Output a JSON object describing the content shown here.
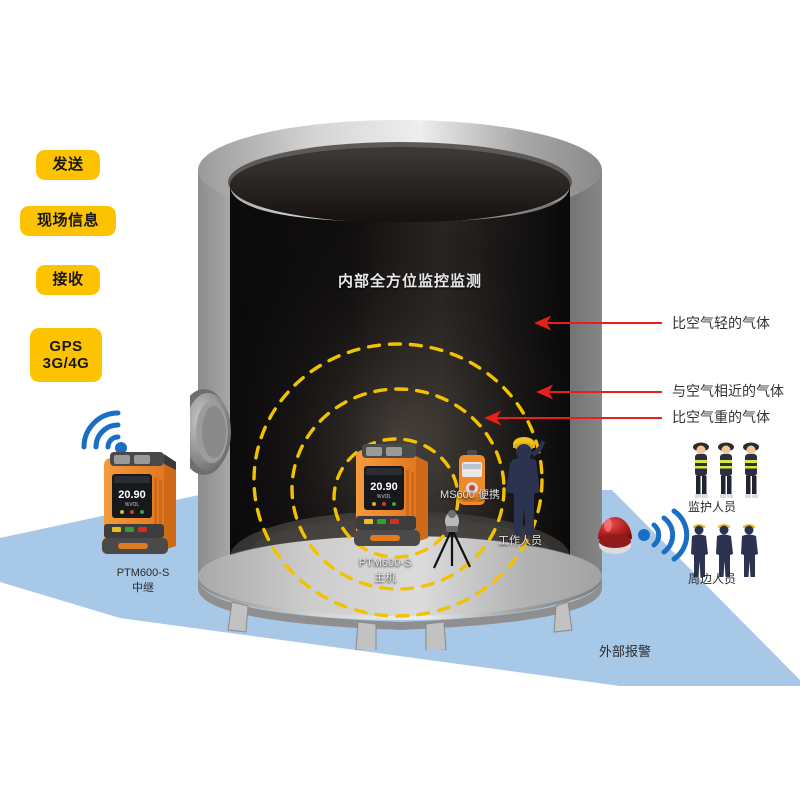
{
  "diagram": {
    "title_inside_tank": "内部全方位监控监测",
    "badges": [
      {
        "name": "send",
        "label": "发送"
      },
      {
        "name": "site-info",
        "label": "现场信息"
      },
      {
        "name": "receive",
        "label": "接收"
      },
      {
        "name": "gps",
        "line1": "GPS",
        "line2": "3G/4G"
      }
    ],
    "gas_annotations": [
      {
        "name": "lighter-than-air",
        "label": "比空气轻的气体"
      },
      {
        "name": "similar-to-air",
        "label": "与空气相近的气体"
      },
      {
        "name": "heavier-than-air",
        "label": "比空气重的气体"
      }
    ],
    "devices": {
      "host": {
        "model": "PTM600-S",
        "role": "主机",
        "display_value": "20.90"
      },
      "relay": {
        "model": "PTM600-S",
        "role": "中继",
        "display_value": "20.90"
      },
      "portable": {
        "label": "MS600 便携"
      },
      "tripod_sensor": {
        "label": ""
      }
    },
    "people": {
      "worker_inside": "工作人员",
      "guards": "监护人员",
      "surrounding": "周边人员"
    },
    "alarm": {
      "label": "外部报警"
    },
    "colors": {
      "badge_yellow": "#fdc300",
      "ground_blue": "#a8c8e8",
      "arrow_red": "#e8201c",
      "ring_yellow": "#f2c200",
      "device_orange": "#f08a30",
      "signal_blue": "#1a6fc4",
      "alarm_red": "#c42020",
      "tank_grey": "#9a9a9a"
    }
  }
}
